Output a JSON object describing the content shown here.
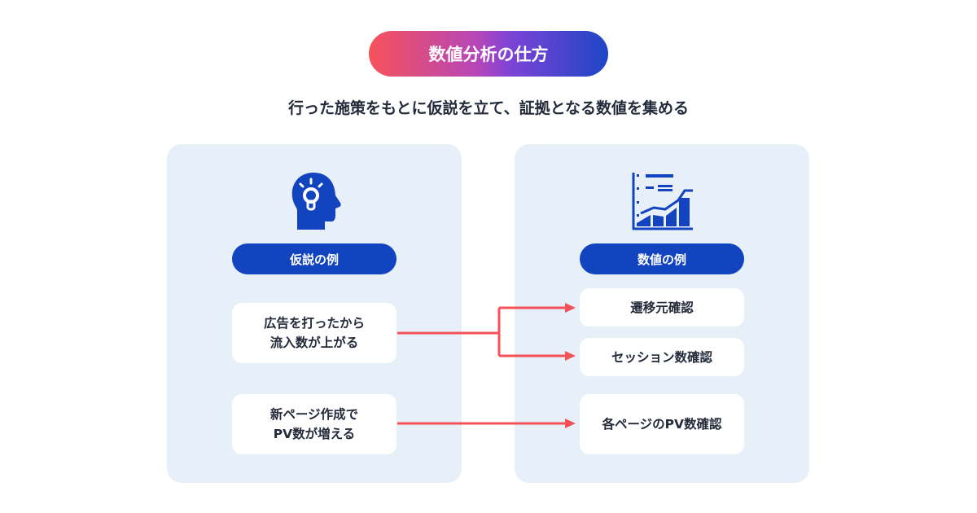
{
  "title": "数値分析の仕方",
  "subtitle": "行った施策をもとに仮説を立て、証拠となる数値を集める",
  "colors": {
    "accent_blue": "#1244c0",
    "arrow_red": "#f45257",
    "panel_bg": "#e7eff9",
    "gradient_start": "#f6525a",
    "gradient_end": "#1e45c6"
  },
  "left_panel": {
    "icon": "head-lightbulb-icon",
    "label": "仮説の例",
    "items": [
      {
        "line1": "広告を打ったから",
        "line2": "流入数が上がる"
      },
      {
        "line1": "新ページ作成で",
        "line2": "PV数が増える"
      }
    ]
  },
  "right_panel": {
    "icon": "analytics-chart-icon",
    "label": "数値の例",
    "items": [
      {
        "text": "遷移元確認"
      },
      {
        "text": "セッション数確認"
      },
      {
        "text": "各ページのPV数確認"
      }
    ]
  }
}
